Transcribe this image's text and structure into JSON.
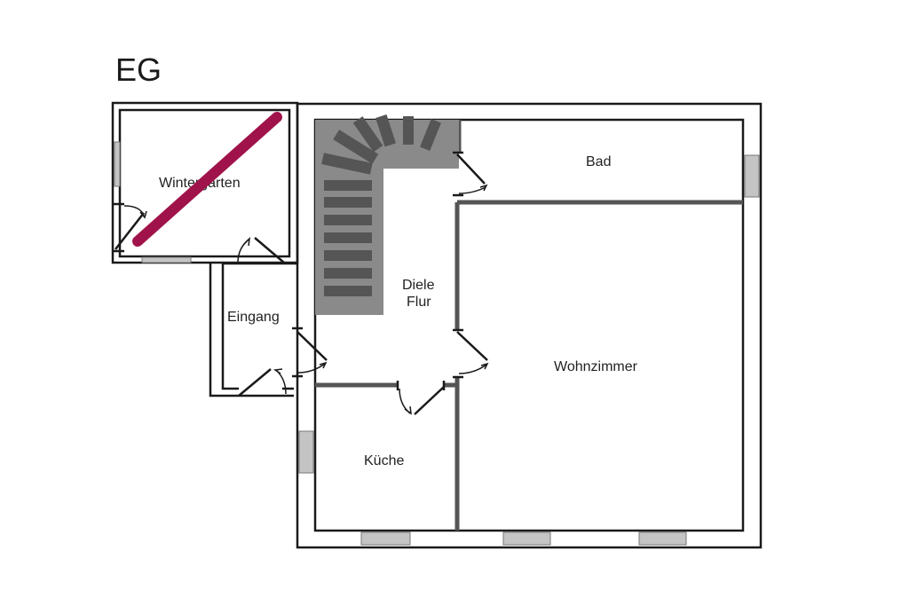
{
  "plan": {
    "title": "EG",
    "rooms": {
      "wintergarten": "Wintergarten",
      "eingang": "Eingang",
      "diele_line1": "Diele",
      "diele_line2": "Flur",
      "bad": "Bad",
      "wohnzimmer": "Wohnzimmer",
      "kueche": "Küche"
    }
  },
  "colors": {
    "wall": "#1a1a1a",
    "inner_wall": "#555555",
    "stair_fill": "#8a8a8a",
    "step": "#555555",
    "window": "#c4c4c4",
    "strike": "#a0134a"
  }
}
